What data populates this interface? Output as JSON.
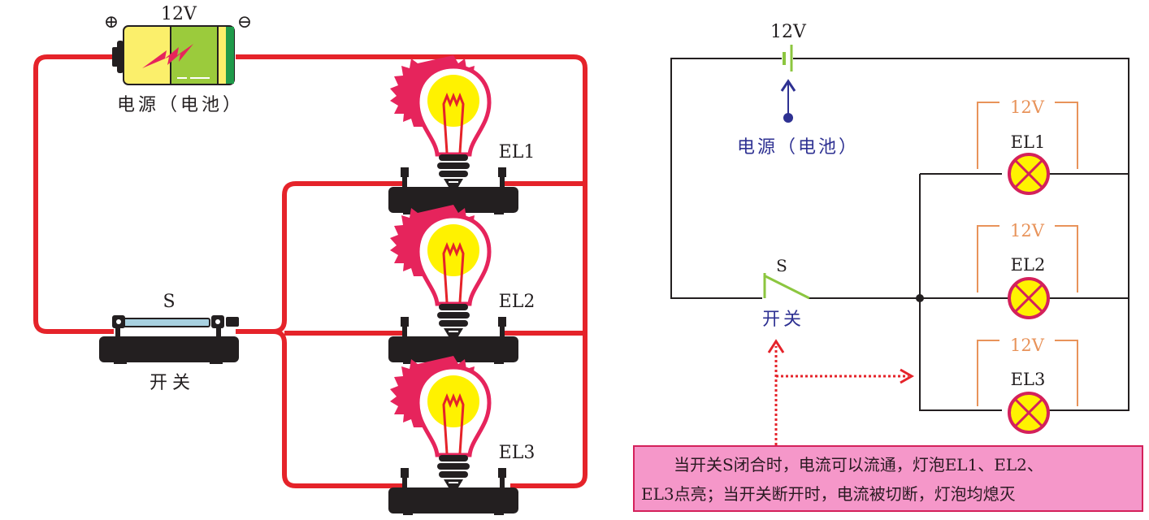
{
  "colors": {
    "wire_red": "#e5232a",
    "wire_black": "#231f20",
    "bulb_yellow": "#fff200",
    "bulb_rays": "#e6245c",
    "battery_yellow": "#fbef6b",
    "battery_green": "#9bcb3c",
    "battery_cap": "#1f9a4a",
    "schematic_blue": "#2e3192",
    "rating_orange": "#e8935a",
    "switch_green": "#8cc63f",
    "note_bg": "#f597c9",
    "note_border": "#d4215b",
    "arrow_red": "#e5232a"
  },
  "pictorial": {
    "battery": {
      "voltage": "12V",
      "plus_symbol": "⊕",
      "minus_symbol": "⊖",
      "label": "电源（电池）"
    },
    "switch": {
      "name": "S",
      "label": "开关"
    },
    "lamps": [
      {
        "name": "EL1"
      },
      {
        "name": "EL2"
      },
      {
        "name": "EL3"
      }
    ]
  },
  "schematic": {
    "battery": {
      "voltage": "12V",
      "label": "电源（电池）"
    },
    "switch": {
      "name": "S",
      "label": "开关",
      "state": "open"
    },
    "lamps": [
      {
        "name": "EL1",
        "rating": "12V"
      },
      {
        "name": "EL2",
        "rating": "12V"
      },
      {
        "name": "EL3",
        "rating": "12V"
      }
    ]
  },
  "note": {
    "line1": "当开关S闭合时，电流可以流通，灯泡EL1、EL2、",
    "line2": "EL3点亮；当开关断开时，电流被切断，灯泡均熄灭"
  }
}
